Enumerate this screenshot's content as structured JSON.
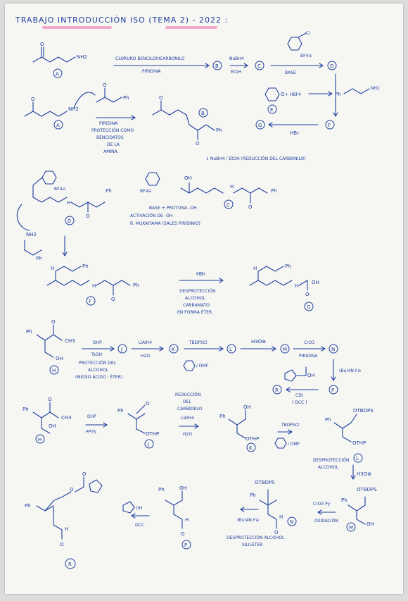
{
  "title": "TRABAJO INTRODUCCIÓN ISO (TEMA 2) - 2022 :",
  "reagents": {
    "cbz": "CLORURO BENCILOXICARBONILO",
    "piridina": "PIRIDINA",
    "nabh4": "NaBH4",
    "etoh": "EtOH",
    "base": "BASE",
    "ox2cl": "+ HBF4",
    "hbr": "HBr",
    "piridina2": "PIRIDINA",
    "protect1": "PROTECCIÓN COMO",
    "protect2": "BENCIDATOS",
    "protect3": "DE LA",
    "protect4": "AMINA.",
    "reduction": "↓ NaBH4 / EtOH  (REDUCCIÓN DEL CARBONILO)",
    "act1": "BASE + PROTONA -OH",
    "act2": "ACTIVACIÓN DE -OH",
    "act3": "R. MUKAIYAMA (SALES PIRIDINIO)",
    "hbr2": "HBr",
    "dep1": "DESPROTECCIÓN",
    "dep2": "ALCOHOL",
    "dep3": "CARBAMATO",
    "dep4": "EN FORMA ÉTER",
    "dhp": "DHP",
    "tsoh": "TsOH",
    "prot_alc1": "PROTECCIÓN DEL",
    "prot_alc2": "ALCOHOL",
    "prot_alc3": "(MEDIO ÁCIDO · ÉTER)",
    "lialh4": "LiAlH4",
    "h2o": "H2O",
    "tbdpscl": "TBDPSCl",
    "dmf": "/ DMF",
    "h3o": "H3O⊕",
    "cro3": "CrO3",
    "piridina3": "PIRIDINA",
    "bu4nf": "(Bu)4N F⊖",
    "dcc1": "CDI",
    "dcc2": "( DCC )",
    "dhp2": "DHP",
    "ppts": "PPTS",
    "red1": "REDUCCIÓN",
    "red2": "DEL",
    "red3": "CARBONILO",
    "red4": "LiAlH4",
    "h2o2": "H2O",
    "tbdpscl2": "TBDPSCl",
    "dmf2": "/ DMF",
    "desalc1": "DESPROTECCIÓN",
    "desalc2": "ALCOHOL",
    "h3o2": "H3O⊕",
    "cro3py": "CrO3 Py",
    "oxid": "OXIDACIÓN",
    "dcc3": "DCC",
    "bu4nf2": "(Bu)4N F⊖",
    "desil1": "DESPROTECCIÓN ALCOHOL",
    "desil2": "SILILÉTER",
    "nh2": "NH2",
    "ph": "Ph",
    "oh": "OH",
    "otbdps": "OTBDPS",
    "othp": "OTHP",
    "ch3": "CH3",
    "h": "H",
    "o": "O",
    "bf4": "BF4⊖",
    "cl": "Cl"
  },
  "labels": [
    "A",
    "B",
    "C",
    "D",
    "E",
    "F",
    "G",
    "H",
    "J",
    "K",
    "L",
    "M",
    "N",
    "P",
    "R"
  ]
}
